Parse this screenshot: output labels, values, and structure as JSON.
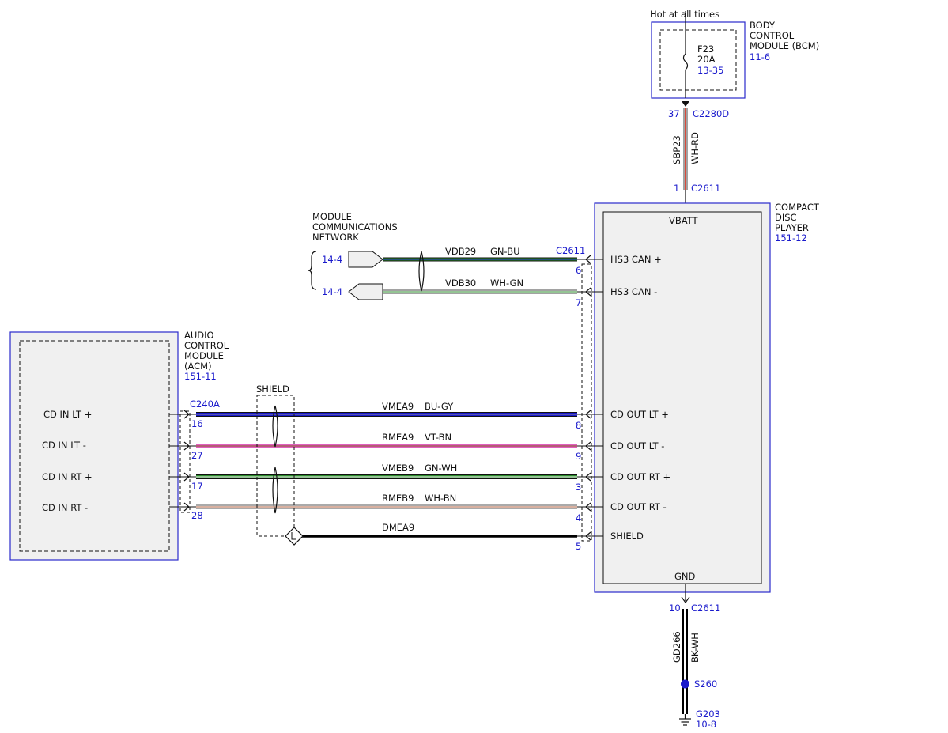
{
  "bcm": {
    "feed_label": "Hot at all times",
    "title_lines": [
      "BODY",
      "CONTROL",
      "MODULE (BCM)"
    ],
    "ref": "11-6",
    "fuse_name": "F23",
    "fuse_rating": "20A",
    "fuse_ref": "13-35",
    "pin": "37",
    "connector": "C2280D"
  },
  "power_wire": {
    "circuit": "SBP23",
    "color_code": "WH-RD",
    "color": "#d94a3a"
  },
  "cdp": {
    "title_lines": [
      "COMPACT",
      "DISC",
      "PLAYER"
    ],
    "ref": "151-12",
    "vbatt_label": "VBATT",
    "vbatt_pin": "1",
    "vbatt_connector": "C2611",
    "gnd_label": "GND",
    "gnd_pin": "10",
    "gnd_connector": "C2611",
    "can_connector": "C2611",
    "pins": [
      {
        "label": "HS3 CAN +",
        "pin": "6"
      },
      {
        "label": "HS3 CAN -",
        "pin": "7"
      },
      {
        "label": "CD OUT LT +",
        "pin": "8"
      },
      {
        "label": "CD OUT LT -",
        "pin": "9"
      },
      {
        "label": "CD OUT RT +",
        "pin": "3"
      },
      {
        "label": "CD OUT RT -",
        "pin": "4"
      },
      {
        "label": "SHIELD",
        "pin": "5"
      }
    ]
  },
  "network": {
    "title_lines": [
      "MODULE",
      "COMMUNICATIONS",
      "NETWORK"
    ],
    "refs": [
      "14-4",
      "14-4"
    ],
    "wires": [
      {
        "circuit": "VDB29",
        "color_code": "GN-BU",
        "color": "#2a8a2a",
        "stripe": "#1a1acc"
      },
      {
        "circuit": "VDB30",
        "color_code": "WH-GN",
        "color": "#ffffff",
        "stripe": "#2a8a2a"
      }
    ]
  },
  "acm": {
    "title_lines": [
      "AUDIO",
      "CONTROL",
      "MODULE",
      "(ACM)"
    ],
    "ref": "151-11",
    "connector": "C240A",
    "pins": [
      {
        "label": "CD IN LT +",
        "pin": "16"
      },
      {
        "label": "CD IN LT -",
        "pin": "27"
      },
      {
        "label": "CD IN RT +",
        "pin": "17"
      },
      {
        "label": "CD IN RT -",
        "pin": "28"
      }
    ]
  },
  "shield_label": "SHIELD",
  "audio_wires": [
    {
      "circuit": "VMEA9",
      "color_code": "BU-GY",
      "color": "#1a1acc",
      "stripe": "#8a8a8a"
    },
    {
      "circuit": "RMEA9",
      "color_code": "VT-BN",
      "color": "#e060c0",
      "stripe": "#8a5a2a"
    },
    {
      "circuit": "VMEB9",
      "color_code": "GN-WH",
      "color": "#2a8a2a",
      "stripe": "#ffffff"
    },
    {
      "circuit": "RMEB9",
      "color_code": "WH-BN",
      "color": "#ffffff",
      "stripe": "#b06040"
    },
    {
      "circuit": "DMEA9",
      "color_code": "",
      "color": "#000000",
      "stripe": "#000000"
    }
  ],
  "ground_wire": {
    "circuit": "GD266",
    "color_code": "BK-WH",
    "color": "#000000"
  },
  "splice": {
    "name": "S260"
  },
  "ground": {
    "name": "G203",
    "ref": "10-8"
  }
}
